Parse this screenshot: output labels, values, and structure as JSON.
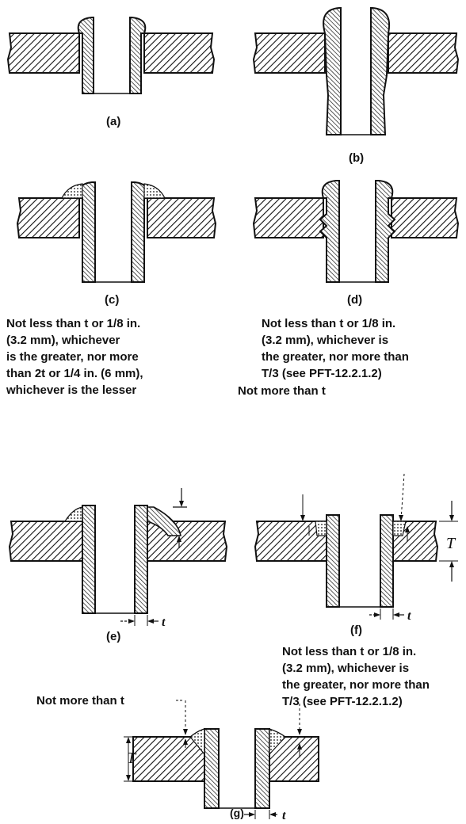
{
  "captions": {
    "a": "(a)",
    "b": "(b)",
    "c": "(c)",
    "d": "(d)",
    "e": "(e)",
    "f": "(f)",
    "g": "(g)"
  },
  "notes": {
    "e_fillet": "Not less than t or 1/8 in.\n(3.2 mm), whichever\nis the greater, nor more\nthan 2t or 1/4 in. (6 mm),\nwhichever is the lesser",
    "f_weld": "Not less than t or 1/8 in.\n(3.2 mm), whichever is\nthe greater, nor more than\nT/3 (see PFT-12.2.1.2)",
    "f_projection": "Not more than t",
    "g_weld": "Not less than t or 1/8 in.\n(3.2 mm), whichever is\nthe greater, nor more than\nT/3 (see PFT-12.2.1.2)",
    "g_projection": "Not more than t"
  },
  "dimensions": {
    "tube_wall": "t",
    "tubesheet_thickness": "T"
  }
}
